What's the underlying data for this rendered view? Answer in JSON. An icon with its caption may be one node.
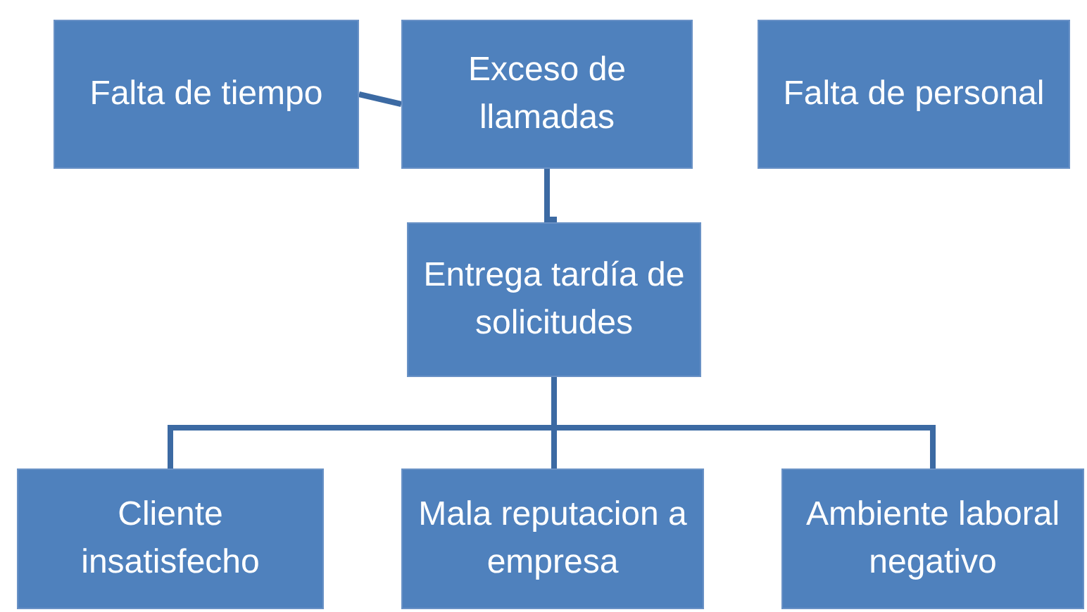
{
  "diagram": {
    "nodes": [
      {
        "text": [
          "Falta de tiempo"
        ]
      },
      {
        "text": [
          "Exceso de llamadas"
        ]
      },
      {
        "text": [
          "Falta de personal"
        ]
      },
      {
        "text": [
          "Entrega tardía de solicitudes"
        ]
      },
      {
        "text": [
          "Cliente insatisfecho"
        ]
      },
      {
        "text": [
          "Mala reputacion a empresa"
        ]
      },
      {
        "text": [
          "Ambiente laboral negativo"
        ]
      }
    ],
    "edges": [
      {
        "from": 0,
        "to": 1,
        "arrow": "none"
      },
      {
        "from": 1,
        "to": 3,
        "arrow": "none"
      },
      {
        "from": 3,
        "to": 4,
        "arrow": "none"
      },
      {
        "from": 3,
        "to": 5,
        "arrow": "none"
      },
      {
        "from": 3,
        "to": 6,
        "arrow": "none"
      }
    ]
  }
}
